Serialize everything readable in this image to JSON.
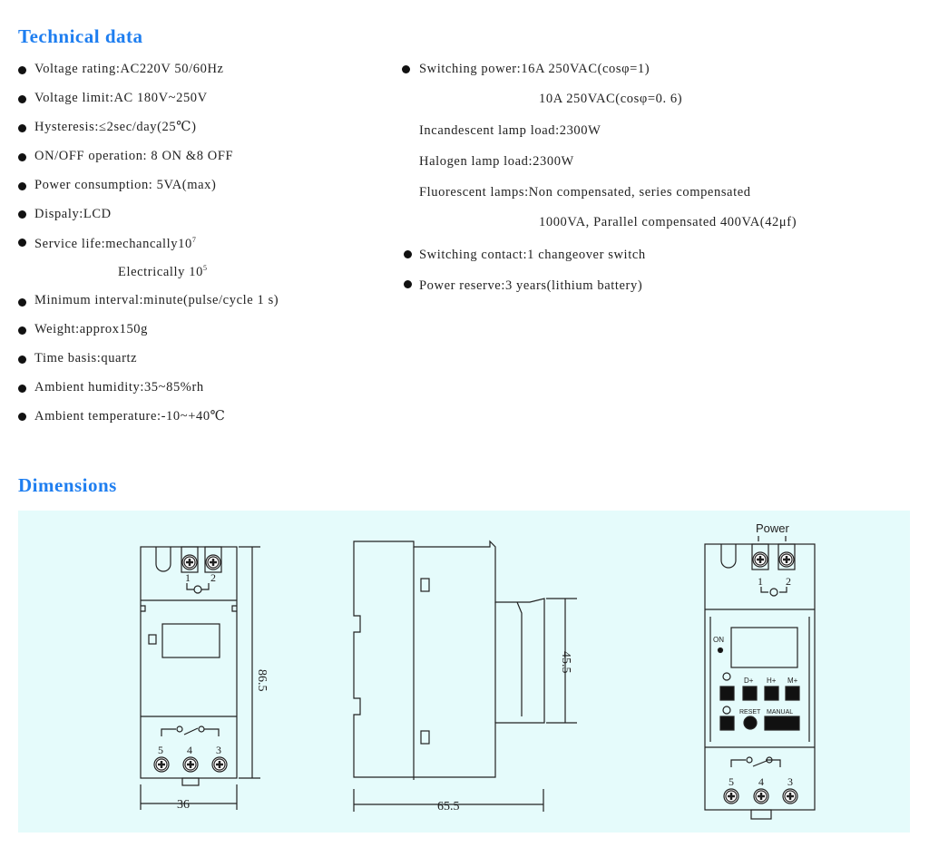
{
  "tech": {
    "title": "Technical data",
    "left": [
      "Voltage rating:AC220V 50/60Hz",
      "Voltage limit:AC 180V~250V",
      "Hysteresis:≤2sec/day(25℃)",
      "ON/OFF operation: 8 ON &8 OFF",
      "Power consumption: 5VA(max)",
      "Dispaly:LCD",
      "Service life:mechancally10",
      "Electrically 10",
      "Minimum interval:minute(pulse/cycle 1 s)",
      "Weight:approx150g",
      "Time basis:quartz",
      "Ambient humidity:35~85%rh",
      "Ambient temperature:-10~+40℃"
    ],
    "sup7": "7",
    "sup5": "5",
    "right": [
      "Switching power:16A 250VAC(cosφ=1)",
      "10A 250VAC(cosφ=0. 6)",
      "Incandescent lamp load:2300W",
      "Halogen lamp load:2300W",
      "Fluorescent lamps:Non compensated, series compensated",
      "1000VA, Parallel compensated 400VA(42μf)",
      "Switching contact:1 changeover switch",
      "Power reserve:3 years(lithium battery)"
    ]
  },
  "dims": {
    "title": "Dimensions",
    "height": "86.5",
    "width": "36",
    "depth": "65.5",
    "rail": "45.5",
    "power": "Power",
    "on": "ON",
    "d": "D+",
    "h": "H+",
    "m": "M+",
    "reset": "RESET",
    "manual": "MANUAL",
    "t1": "1",
    "t2": "2",
    "t3": "3",
    "t4": "4",
    "t5": "5"
  }
}
